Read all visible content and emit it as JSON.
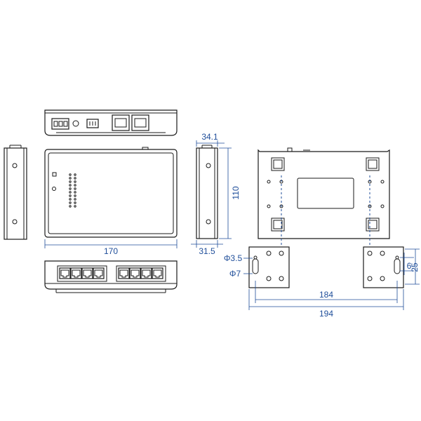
{
  "dimensions": {
    "depth_top": "34.1",
    "height": "110",
    "length": "170",
    "depth_bottom": "31.5",
    "hole_small": "Φ3.5",
    "hole_large": "Φ7",
    "mount_spacing": "184",
    "bracket_width": "194",
    "slot_width": "6",
    "slot_height": "25"
  },
  "colors": {
    "outline": "#1a1a1a",
    "dimension": "#1f4e9a"
  }
}
